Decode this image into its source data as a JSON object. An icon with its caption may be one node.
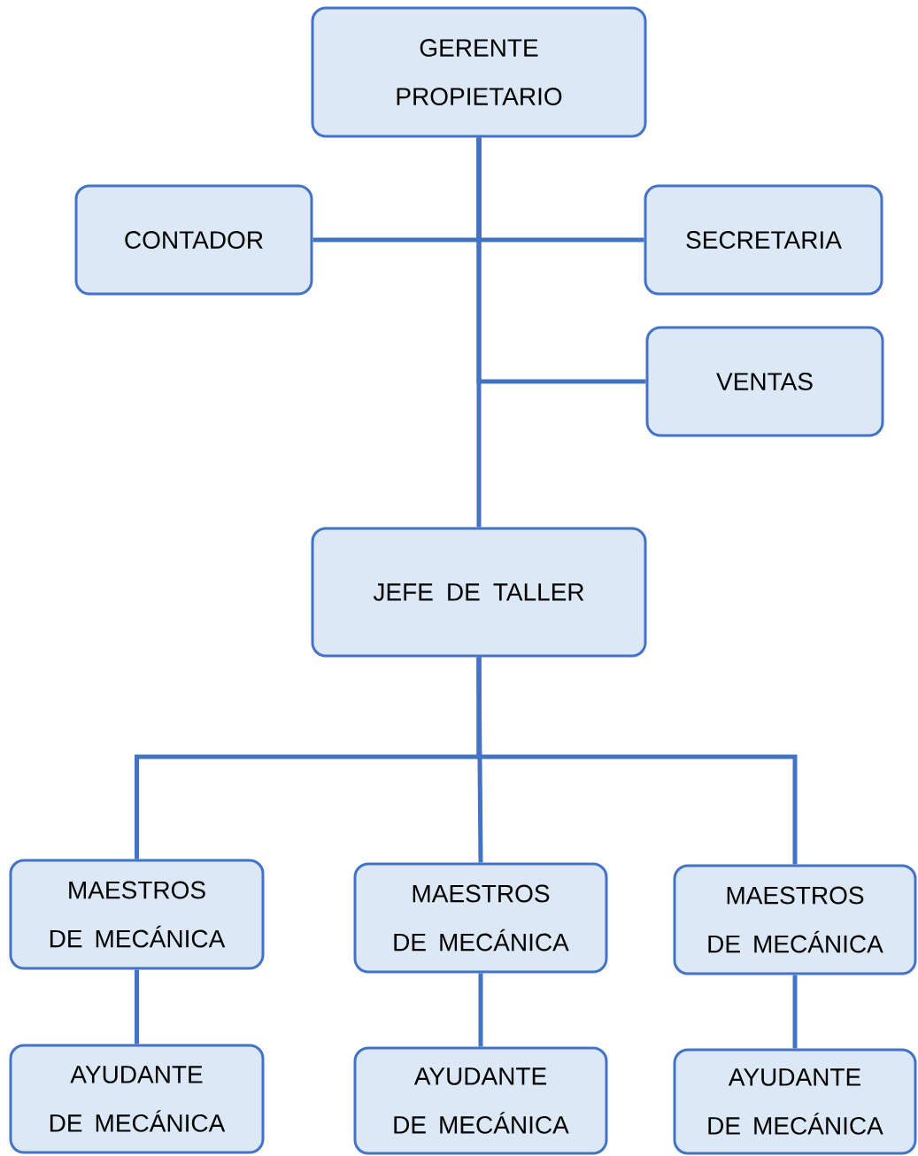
{
  "diagram": {
    "nodes": [
      {
        "text": [
          "GERENTE PROPIETARIO"
        ]
      },
      {
        "text": [
          "CONTADOR"
        ]
      },
      {
        "text": [
          "SECRETARIA"
        ]
      },
      {
        "text": [
          "VENTAS"
        ]
      },
      {
        "text": [
          "JEFE DE TALLER"
        ]
      },
      {
        "text": [
          "MAESTROS DE MECÁNICA"
        ]
      },
      {
        "text": [
          "MAESTROS DE MECÁNICA"
        ]
      },
      {
        "text": [
          "MAESTROS DE MECÁNICA"
        ]
      },
      {
        "text": [
          "AYUDANTE DE MECÁNICA"
        ]
      },
      {
        "text": [
          "AYUDANTE DE MECÁNICA"
        ]
      },
      {
        "text": [
          "AYUDANTE DE MECÁNICA"
        ]
      }
    ],
    "edges": [
      {
        "from": 0,
        "to": 1,
        "arrow": "none"
      },
      {
        "from": 0,
        "to": 2,
        "arrow": "none"
      },
      {
        "from": 0,
        "to": 3,
        "arrow": "none"
      },
      {
        "from": 0,
        "to": 4,
        "arrow": "none"
      },
      {
        "from": 4,
        "to": 5,
        "arrow": "none"
      },
      {
        "from": 4,
        "to": 6,
        "arrow": "none"
      },
      {
        "from": 4,
        "to": 7,
        "arrow": "none"
      },
      {
        "from": 5,
        "to": 8,
        "arrow": "none"
      },
      {
        "from": 6,
        "to": 9,
        "arrow": "none"
      },
      {
        "from": 7,
        "to": 10,
        "arrow": "none"
      }
    ]
  }
}
